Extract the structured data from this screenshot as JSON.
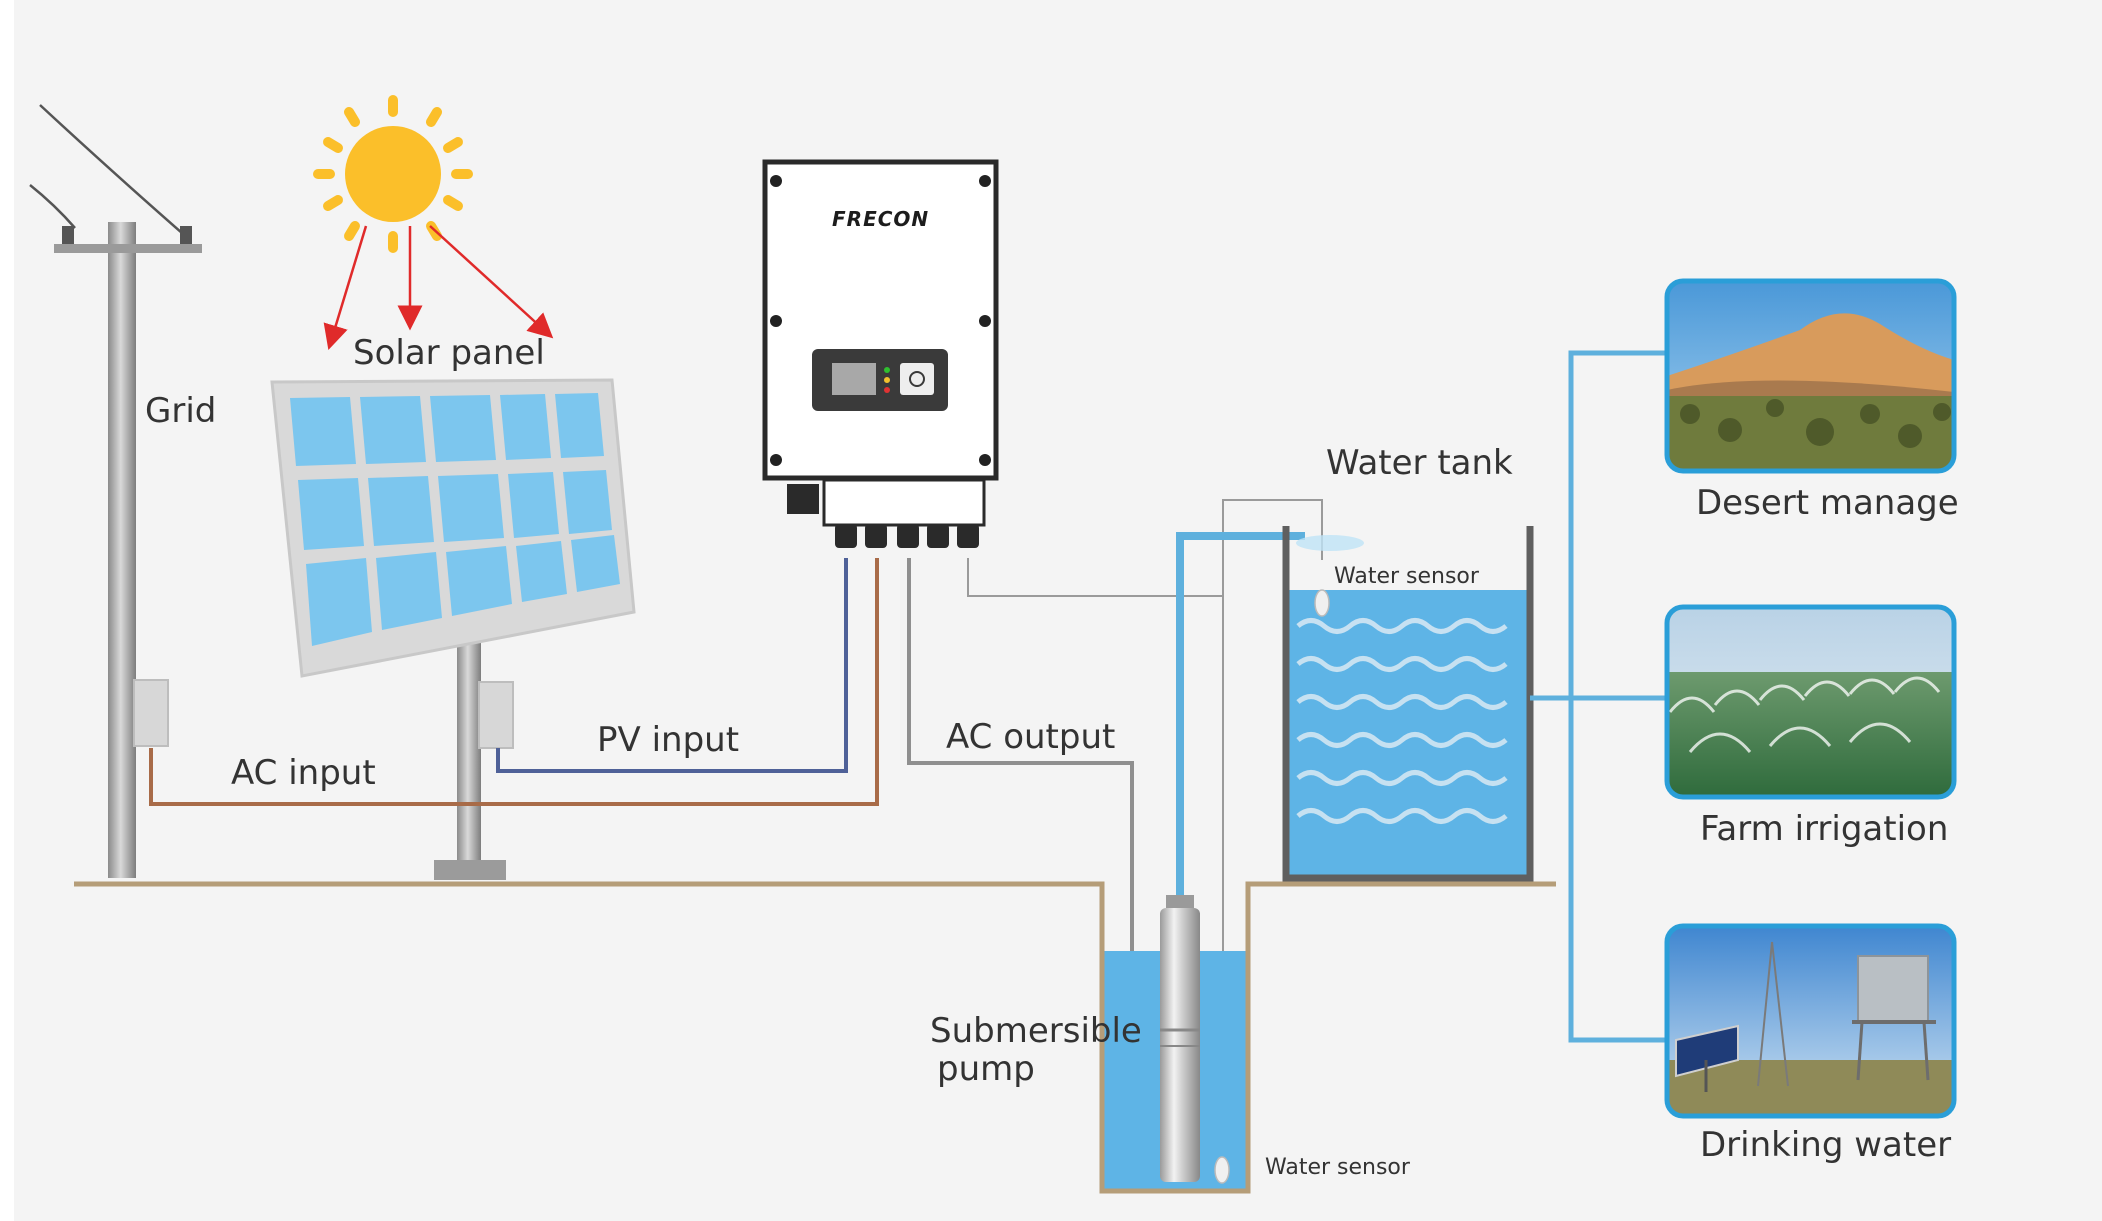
{
  "labels": {
    "grid": "Grid",
    "solar_panel": "Solar panel",
    "ac_input": "AC input",
    "pv_input": "PV input",
    "ac_output": "AC output",
    "water_tank": "Water tank",
    "water_sensor_tank": "Water sensor",
    "water_sensor_well": "Water sensor",
    "pump_line1": "Submersible",
    "pump_line2": "pump",
    "desert": "Desert manage",
    "farm": "Farm irrigation",
    "drinking": "Drinking water"
  },
  "inverter": {
    "brand": "FRECON"
  },
  "colors": {
    "background": "#f4f4f4",
    "sun": "#fbbf2a",
    "arrow": "#e02a2a",
    "panel_cell": "#7cc6ee",
    "water": "#5eb4e6",
    "pipe": "#5eb0dd",
    "ac_cable": "#a86b48",
    "pv_cable": "#4f6198",
    "ground": "#b59d78"
  }
}
